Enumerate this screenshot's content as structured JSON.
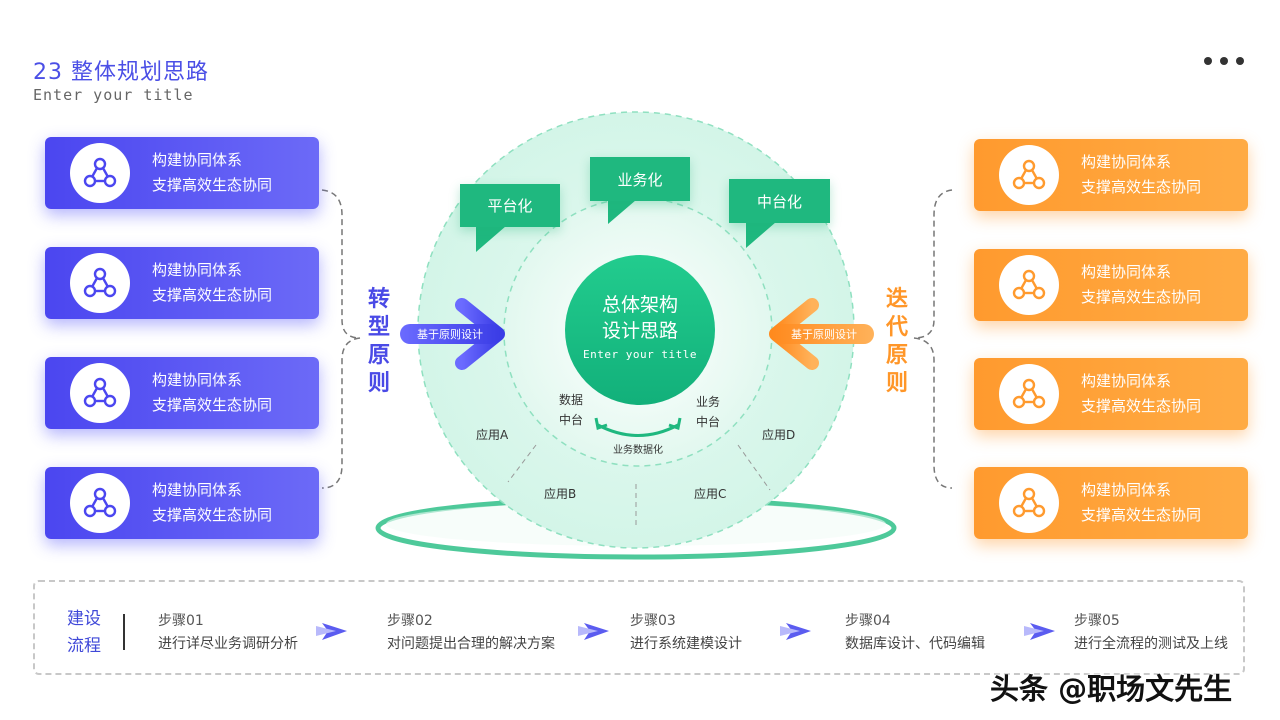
{
  "header": {
    "title": "23 整体规划思路",
    "subtitle": "Enter your title"
  },
  "left_cards": [
    {
      "line1": "构建协同体系",
      "line2": "支撑高效生态协同"
    },
    {
      "line1": "构建协同体系",
      "line2": "支撑高效生态协同"
    },
    {
      "line1": "构建协同体系",
      "line2": "支撑高效生态协同"
    },
    {
      "line1": "构建协同体系",
      "line2": "支撑高效生态协同"
    }
  ],
  "right_cards": [
    {
      "line1": "构建协同体系",
      "line2": "支撑高效生态协同"
    },
    {
      "line1": "构建协同体系",
      "line2": "支撑高效生态协同"
    },
    {
      "line1": "构建协同体系",
      "line2": "支撑高效生态协同"
    },
    {
      "line1": "构建协同体系",
      "line2": "支撑高效生态协同"
    }
  ],
  "left_principle": [
    "转",
    "型",
    "原",
    "则"
  ],
  "right_principle": [
    "迭",
    "代",
    "原",
    "则"
  ],
  "arrow_labels": {
    "left": "基于原则设计",
    "right": "基于原则设计"
  },
  "bubbles": {
    "left": "平台化",
    "mid": "业务化",
    "right": "中台化"
  },
  "center": {
    "line1": "总体架构",
    "line2": "设计思路",
    "sub": "Enter your title"
  },
  "inner_labels": {
    "data_mid_1": "数据",
    "data_mid_2": "中台",
    "biz_mid_1": "业务",
    "biz_mid_2": "中台",
    "flow": "业务数据化"
  },
  "apps": {
    "a": "应用A",
    "b": "应用B",
    "c": "应用C",
    "d": "应用D"
  },
  "process": {
    "label1": "建设",
    "label2": "流程",
    "steps": [
      {
        "title": "步骤01",
        "desc": "进行详尽业务调研分析"
      },
      {
        "title": "步骤02",
        "desc": "对问题提出合理的解决方案"
      },
      {
        "title": "步骤03",
        "desc": "进行系统建模设计"
      },
      {
        "title": "步骤04",
        "desc": "数据库设计、代码编辑"
      },
      {
        "title": "步骤05",
        "desc": "进行全流程的测试及上线"
      }
    ]
  },
  "watermark": "头条 @职场文先生",
  "colors": {
    "blue": "#4b46f0",
    "orange": "#ff9a2e",
    "green": "#1fb87f"
  }
}
